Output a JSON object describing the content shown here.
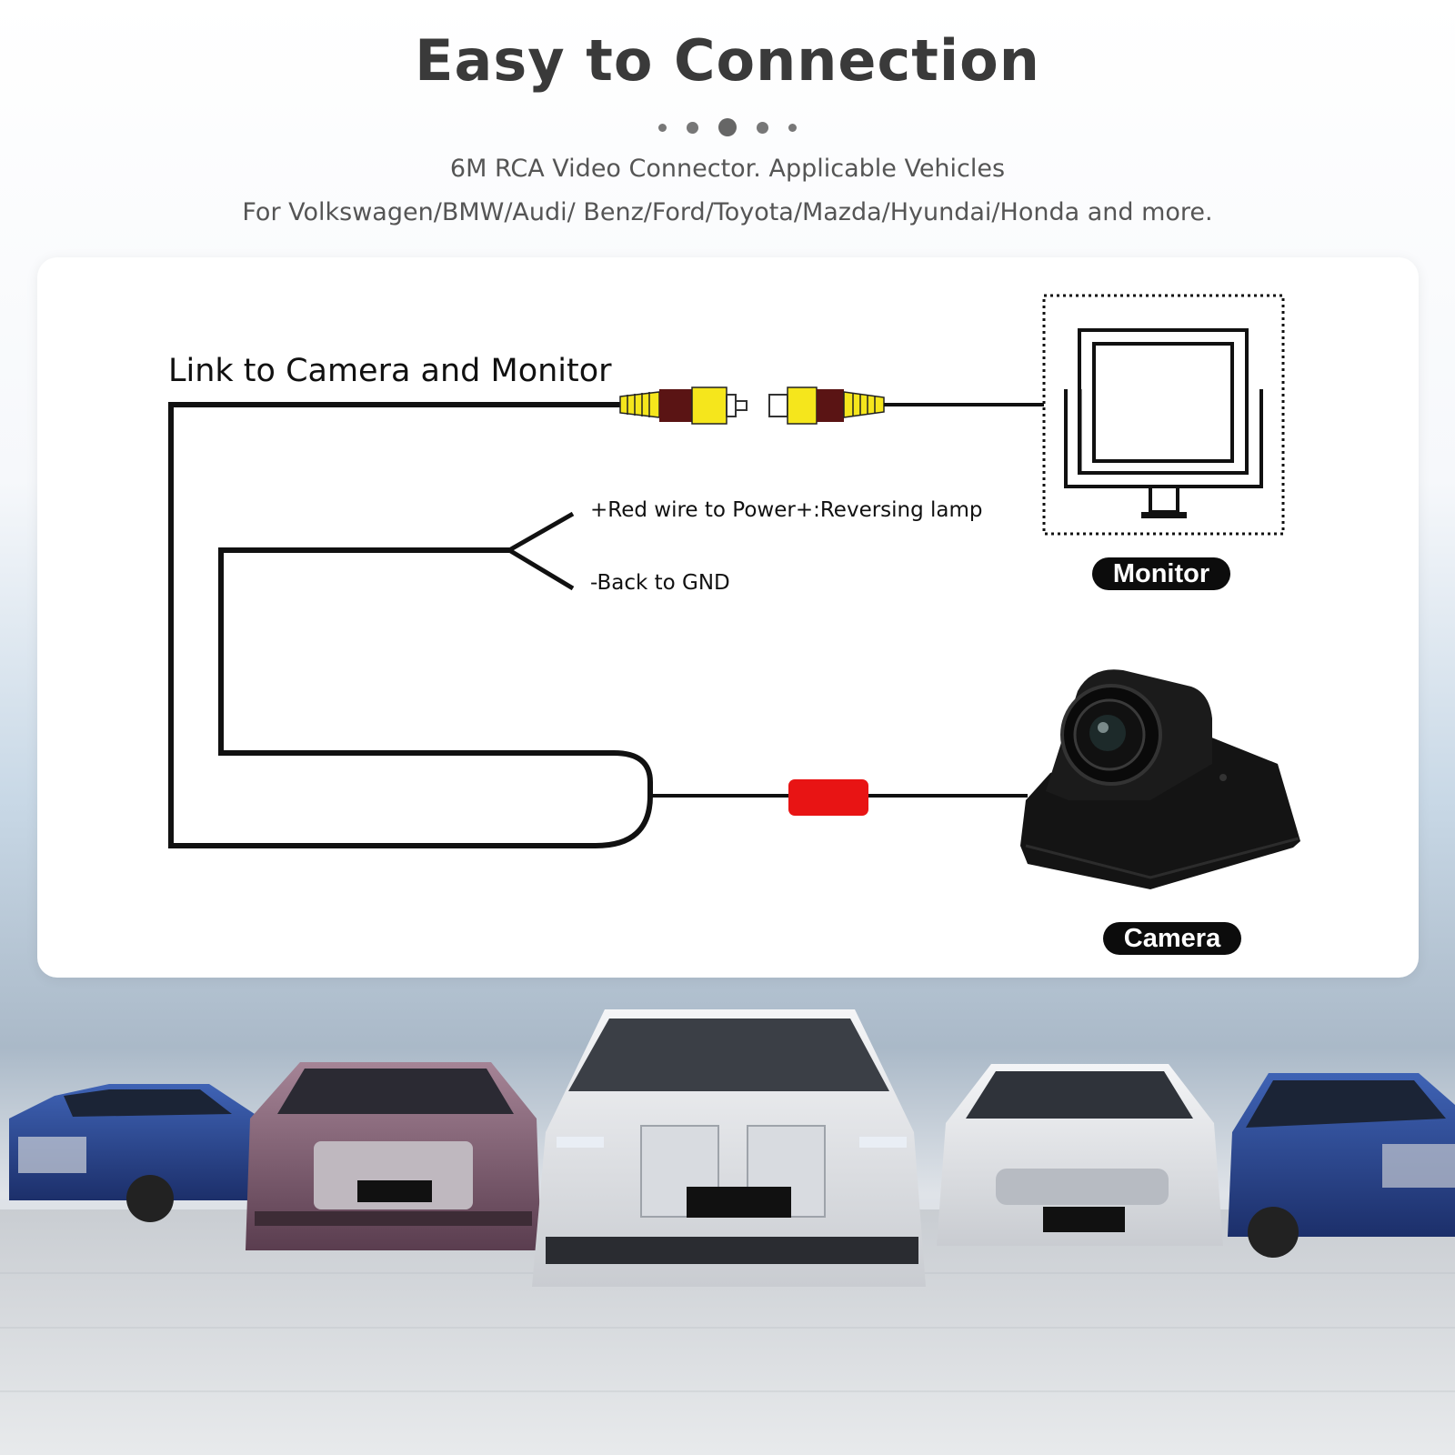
{
  "header": {
    "title": "Easy to Connection",
    "subtitle_line1": "6M RCA Video Connector. Applicable Vehicles",
    "subtitle_line2": "For Volkswagen/BMW/Audi/ Benz/Ford/Toyota/Mazda/Hyundai/Honda and more."
  },
  "diagram": {
    "link_label": "Link to Camera and Monitor",
    "red_wire_label": "+Red wire to Power+:Reversing lamp",
    "ground_label": "-Back to GND",
    "monitor_label": "Monitor",
    "camera_label": "Camera"
  },
  "colors": {
    "rca_yellow": "#f5e61c",
    "rca_band": "#5a1414",
    "power_connector": "#e81414",
    "wire": "#111111"
  }
}
